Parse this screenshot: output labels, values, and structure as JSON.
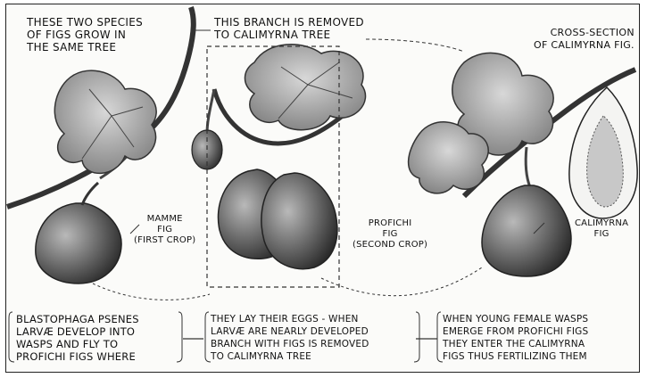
{
  "labels": {
    "species": [
      "THESE TWO SPECIES",
      "OF FIGS GROW IN",
      "THE SAME TREE"
    ],
    "branch": [
      "THIS BRANCH IS REMOVED",
      "TO CALIMYRNA TREE"
    ],
    "cross_section": [
      "CROSS-SECTION",
      "OF CALIMYRNA FIG."
    ],
    "mamme": [
      "MAMME",
      "FIG",
      "(FIRST CROP)"
    ],
    "profichi": [
      "PROFICHI",
      "FIG",
      "(SECOND CROP)"
    ],
    "calimyrna": [
      "CALIMYRNA",
      "FIG"
    ]
  },
  "captions": [
    [
      "BLASTOPHAGA PSENES",
      "LARVÆ DEVELOP INTO",
      "WASPS AND FLY TO",
      "PROFICHI FIGS WHERE"
    ],
    [
      "THEY LAY THEIR EGGS - WHEN",
      "LARVÆ ARE NEARLY DEVELOPED",
      "BRANCH WITH FIGS IS REMOVED",
      "TO CALIMYRNA TREE"
    ],
    [
      "WHEN YOUNG FEMALE WASPS",
      "EMERGE FROM PROFICHI FIGS",
      "THEY ENTER THE CALIMYRNA",
      "FIGS THUS FERTILIZING THEM"
    ]
  ]
}
